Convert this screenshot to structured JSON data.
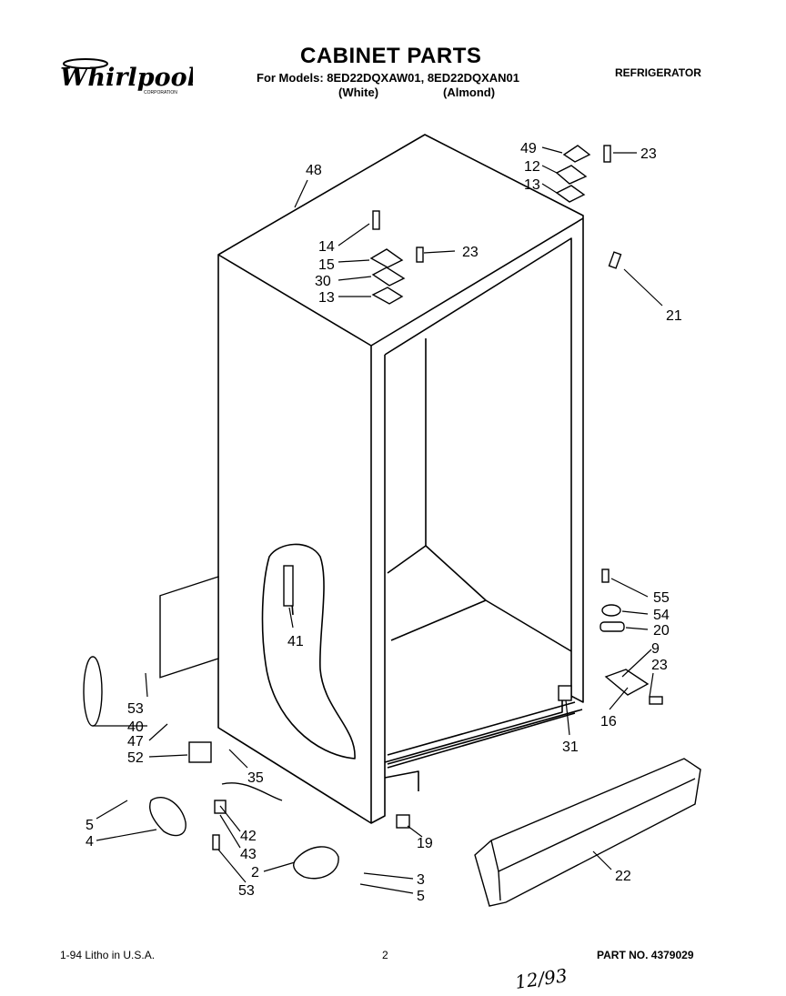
{
  "header": {
    "brand": "Whirlpool",
    "brand_sub": "CORPORATION",
    "title": "CABINET PARTS",
    "models_line": "For Models: 8ED22DQXAW01, 8ED22DQXAN01",
    "color_white": "(White)",
    "color_almond": "(Almond)",
    "appliance_type": "REFRIGERATOR"
  },
  "callouts": {
    "c48": "48",
    "c49": "49",
    "c12": "12",
    "c13a": "13",
    "c23a": "23",
    "c14": "14",
    "c15": "15",
    "c30": "30",
    "c13b": "13",
    "c23b": "23",
    "c21": "21",
    "c41": "41",
    "c55": "55",
    "c54": "54",
    "c20": "20",
    "c9": "9",
    "c23c": "23",
    "c16": "16",
    "c31": "31",
    "c53a": "53",
    "c40": "40",
    "c47": "47",
    "c52": "52",
    "c35": "35",
    "c5a": "5",
    "c4": "4",
    "c42": "42",
    "c43": "43",
    "c53b": "53",
    "c2": "2",
    "c3": "3",
    "c5b": "5",
    "c19": "19",
    "c22": "22"
  },
  "footer": {
    "litho": "1-94 Litho in U.S.A.",
    "page": "2",
    "part_no": "PART NO. 4379029",
    "handwritten": "12/93"
  }
}
